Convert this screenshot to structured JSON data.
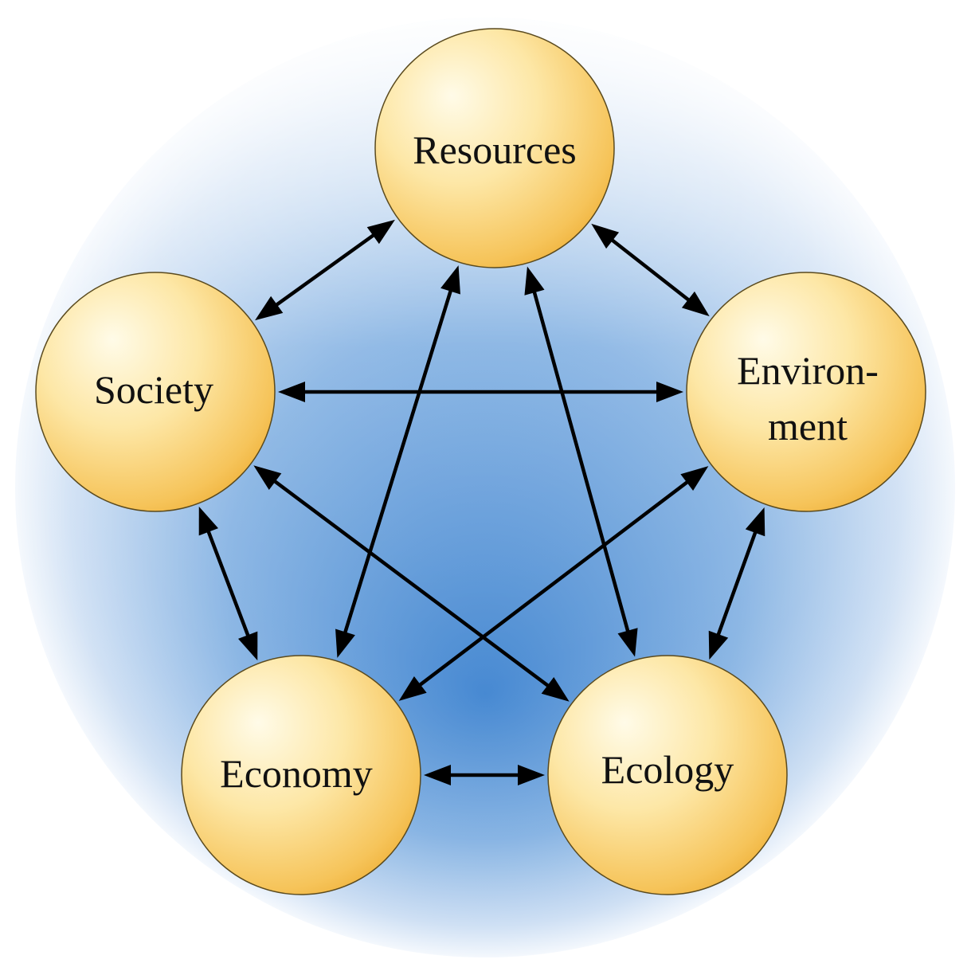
{
  "diagram": {
    "nodes": [
      {
        "id": "resources",
        "label_lines": [
          "Resources"
        ]
      },
      {
        "id": "society",
        "label_lines": [
          "Society"
        ]
      },
      {
        "id": "environment",
        "label_lines": [
          "Environ-",
          "ment"
        ]
      },
      {
        "id": "economy",
        "label_lines": [
          "Economy"
        ]
      },
      {
        "id": "ecology",
        "label_lines": [
          "Ecology"
        ]
      }
    ],
    "links": [
      {
        "from": "resources",
        "to": "society",
        "direction": "both"
      },
      {
        "from": "resources",
        "to": "environment",
        "direction": "both"
      },
      {
        "from": "resources",
        "to": "economy",
        "direction": "both"
      },
      {
        "from": "resources",
        "to": "ecology",
        "direction": "both"
      },
      {
        "from": "society",
        "to": "environment",
        "direction": "both"
      },
      {
        "from": "society",
        "to": "economy",
        "direction": "both"
      },
      {
        "from": "society",
        "to": "ecology",
        "direction": "both"
      },
      {
        "from": "environment",
        "to": "economy",
        "direction": "both"
      },
      {
        "from": "environment",
        "to": "ecology",
        "direction": "both"
      },
      {
        "from": "economy",
        "to": "ecology",
        "direction": "both"
      }
    ],
    "colors": {
      "background_light": "#f4f8fd",
      "background_mid": "#a9c8ea",
      "background_dark": "#4f8fd3",
      "node_light": "#fff8dc",
      "node_mid": "#fcdf8e",
      "node_dark": "#f0b43a",
      "node_stroke": "#5a4a1e",
      "arrow": "#000000"
    }
  }
}
